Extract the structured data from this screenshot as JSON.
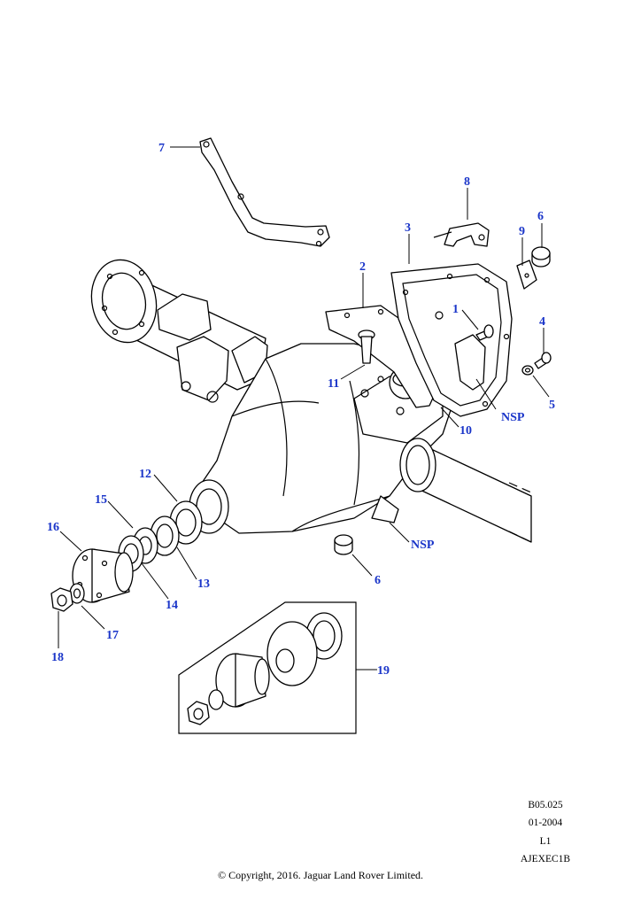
{
  "callouts": {
    "c1": "1",
    "c2": "2",
    "c3": "3",
    "c4": "4",
    "c5": "5",
    "c6a": "6",
    "c6b": "6",
    "c7": "7",
    "c8": "8",
    "c9": "9",
    "c10": "10",
    "c11": "11",
    "c12": "12",
    "c13": "13",
    "c14": "14",
    "c15": "15",
    "c16": "16",
    "c17": "17",
    "c18": "18",
    "c19": "19",
    "nsp_a": "NSP",
    "nsp_b": "NSP"
  },
  "meta": {
    "ref": "B05.025",
    "date": "01-2004",
    "level": "L1",
    "code": "AJEXEC1B"
  },
  "copyright": "© Copyright, 2016. Jaguar Land Rover Limited.",
  "colors": {
    "callout": "#1a35c9",
    "line": "#000000",
    "background": "#ffffff"
  }
}
